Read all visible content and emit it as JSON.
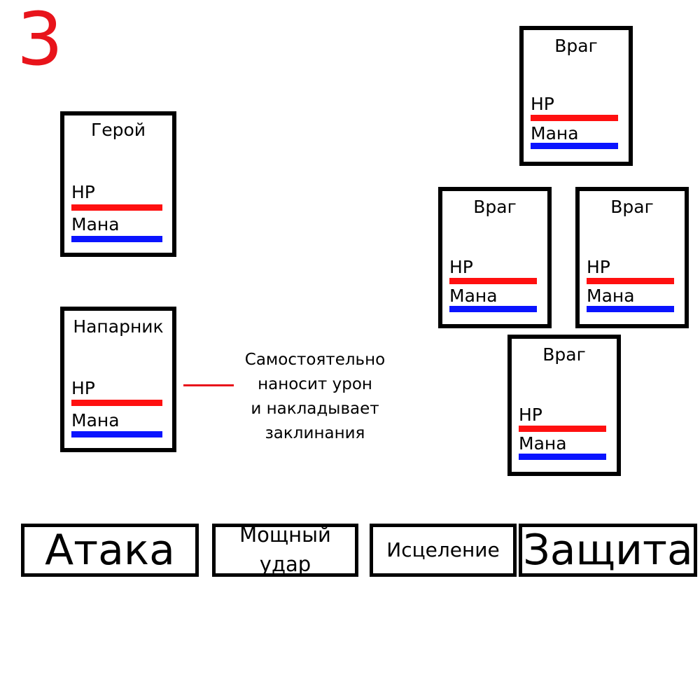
{
  "page_number": "3",
  "colors": {
    "hp": "#ff1010",
    "mana": "#0a14ff",
    "accent": "#e8141b"
  },
  "hero": {
    "name": "Герой",
    "hp_label": "HP",
    "mana_label": "Мана"
  },
  "partner": {
    "name": "Напарник",
    "hp_label": "HP",
    "mana_label": "Мана",
    "note": "Самостоятельно\nнаносит урон\nи накладывает\nзаклинания"
  },
  "enemies": [
    {
      "name": "Враг",
      "hp_label": "HP",
      "mana_label": "Мана"
    },
    {
      "name": "Враг",
      "hp_label": "HP",
      "mana_label": "Мана"
    },
    {
      "name": "Враг",
      "hp_label": "HP",
      "mana_label": "Мана"
    },
    {
      "name": "Враг",
      "hp_label": "HP",
      "mana_label": "Мана"
    }
  ],
  "actions": {
    "attack": "Атака",
    "power_strike": "Мощный\nудар",
    "heal": "Исцеление",
    "defense": "Защита"
  }
}
